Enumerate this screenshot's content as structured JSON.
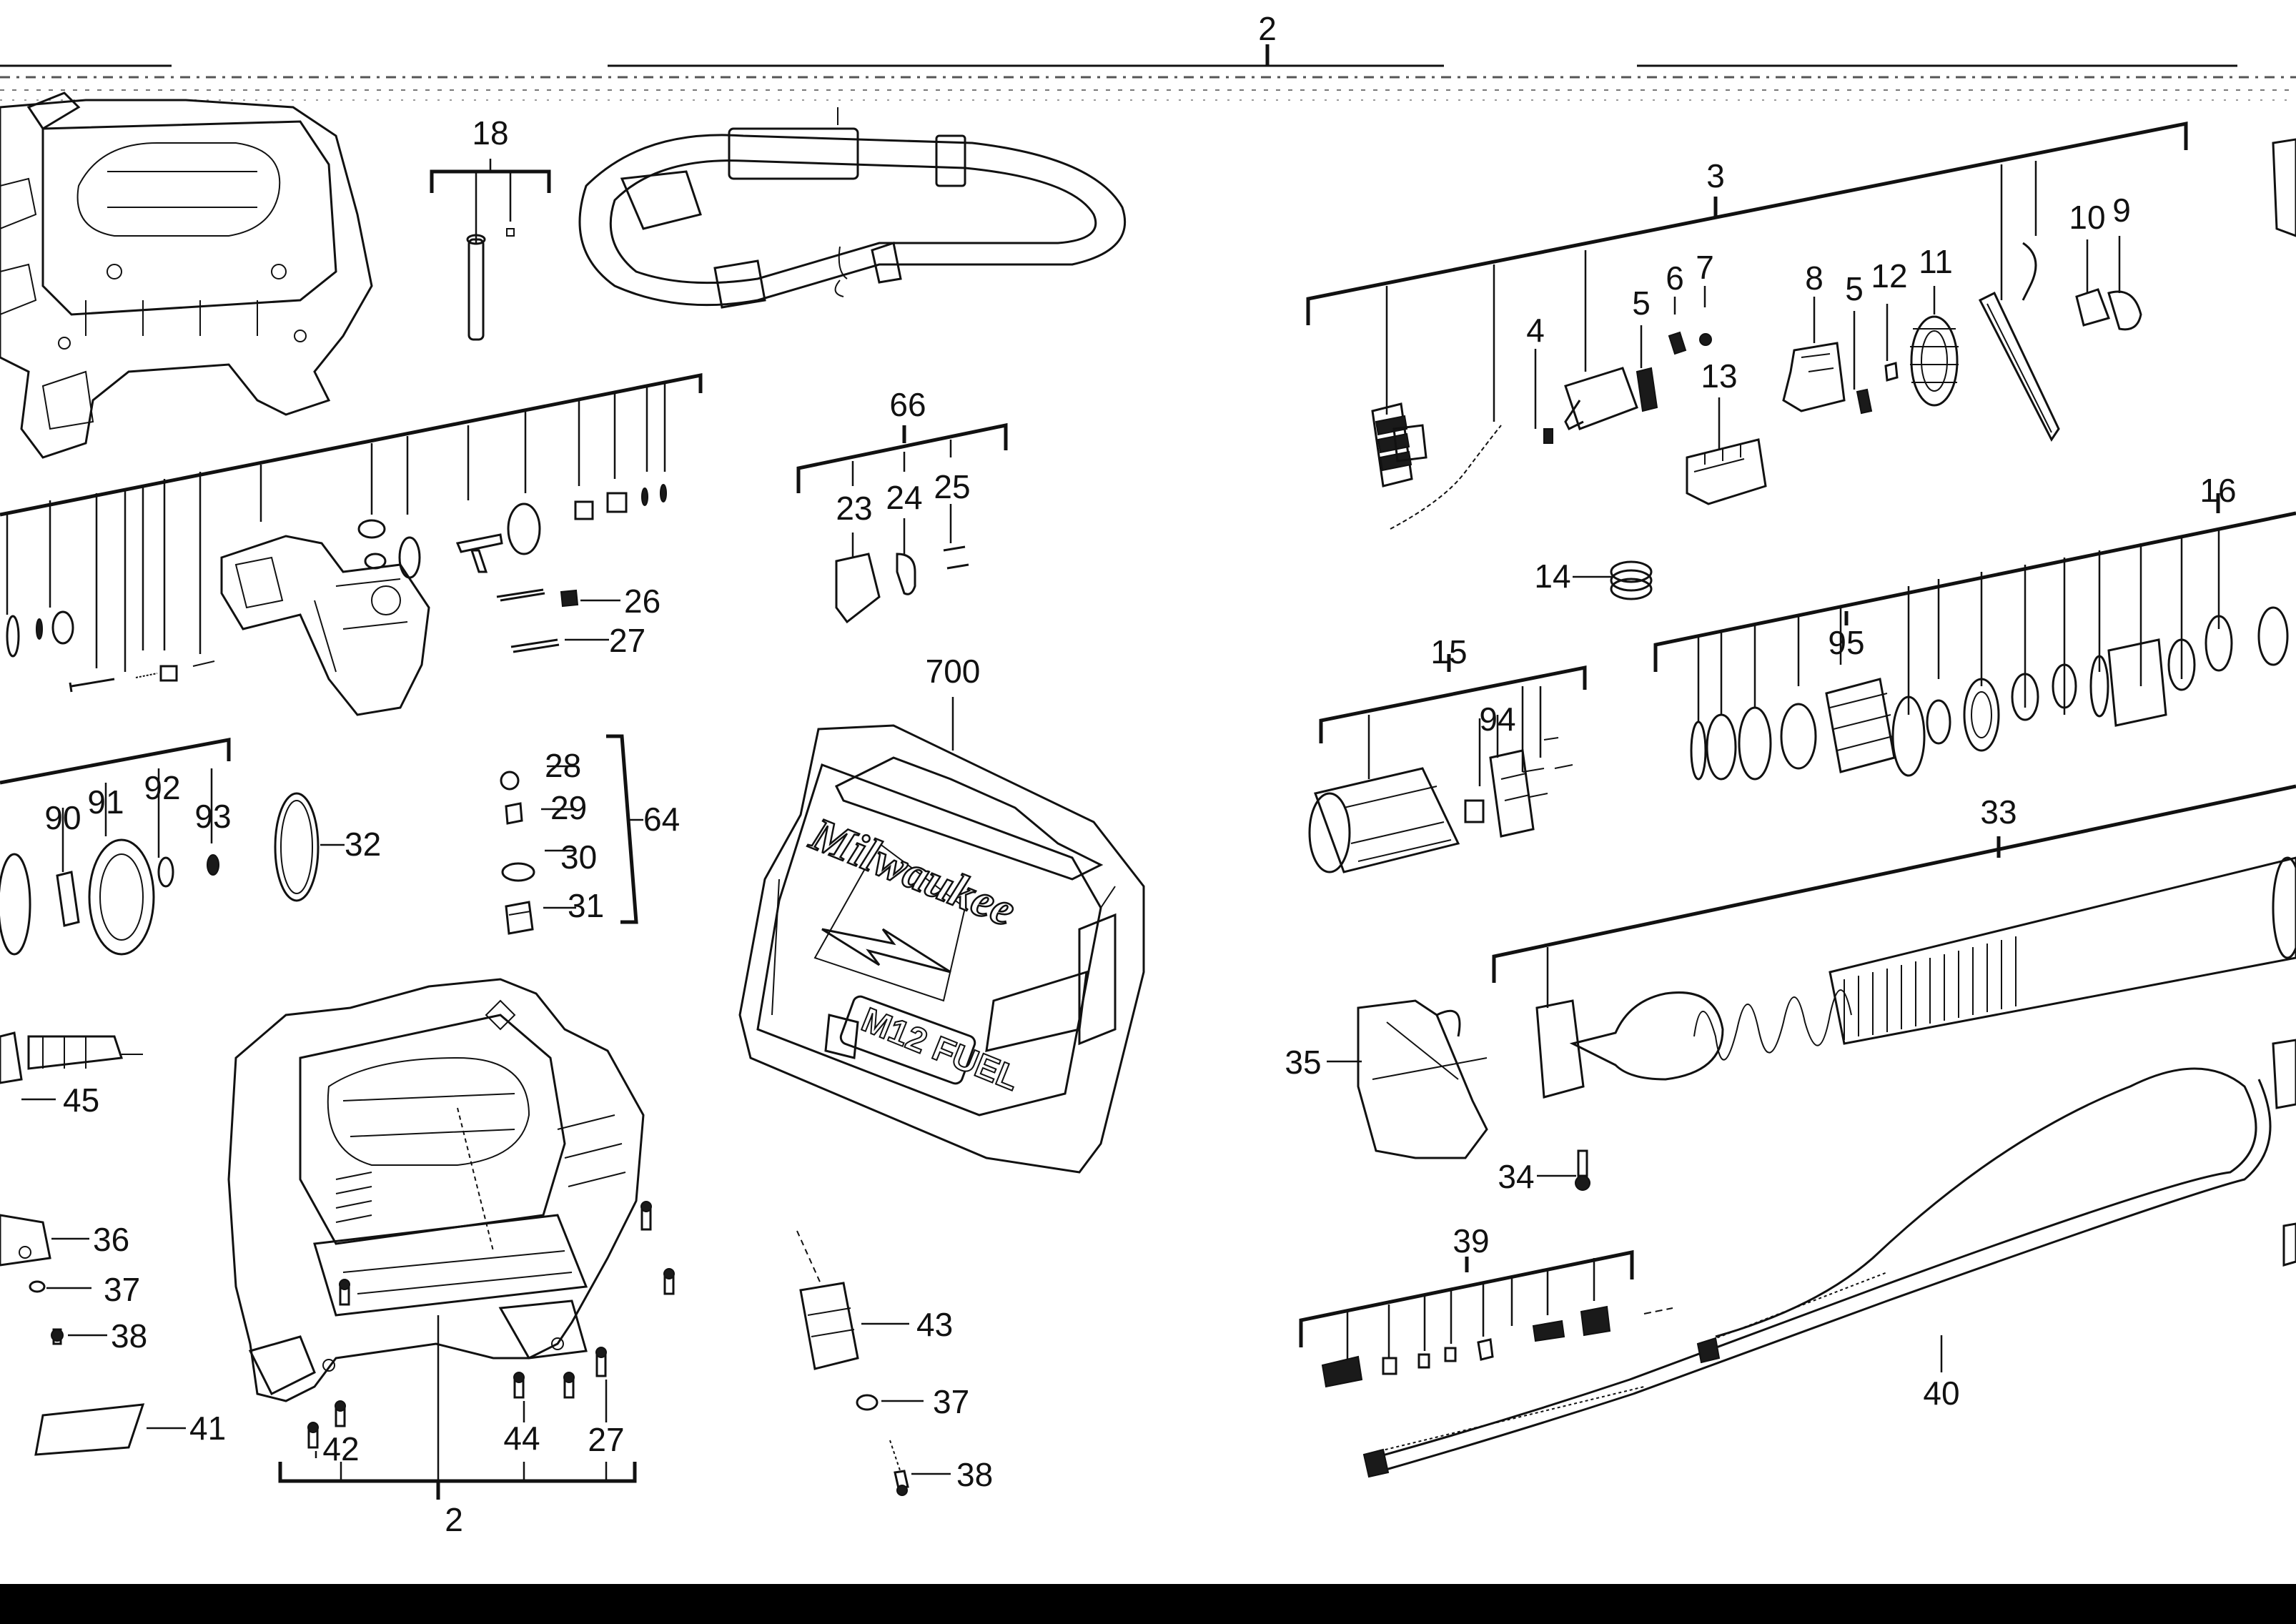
{
  "brand_text": "Milwaukee",
  "badge_text": "M12 FUEL",
  "callouts": {
    "c2_top": "2",
    "c18": "18",
    "c3": "3",
    "c4": "4",
    "c5a": "5",
    "c6": "6",
    "c7": "7",
    "c8": "8",
    "c5b": "5",
    "c12": "12",
    "c11": "11",
    "c10": "10",
    "c9": "9",
    "c13": "13",
    "c14": "14",
    "c16": "16",
    "c95": "95",
    "c15": "15",
    "c94": "94",
    "c33": "33",
    "c35": "35",
    "c34": "34",
    "c39": "39",
    "c40": "40",
    "c66": "66",
    "c23": "23",
    "c24": "24",
    "c25": "25",
    "c26": "26",
    "c27a": "27",
    "c700": "700",
    "c28": "28",
    "c29": "29",
    "c30": "30",
    "c31": "31",
    "c64": "64",
    "c32": "32",
    "c90": "90",
    "c91": "91",
    "c92": "92",
    "c93": "93",
    "c45": "45",
    "c36": "36",
    "c37a": "37",
    "c38a": "38",
    "c41": "41",
    "c42": "42",
    "c44": "44",
    "c27b": "27",
    "c2_bottom": "2",
    "c43": "43",
    "c37b": "37",
    "c38b": "38"
  }
}
